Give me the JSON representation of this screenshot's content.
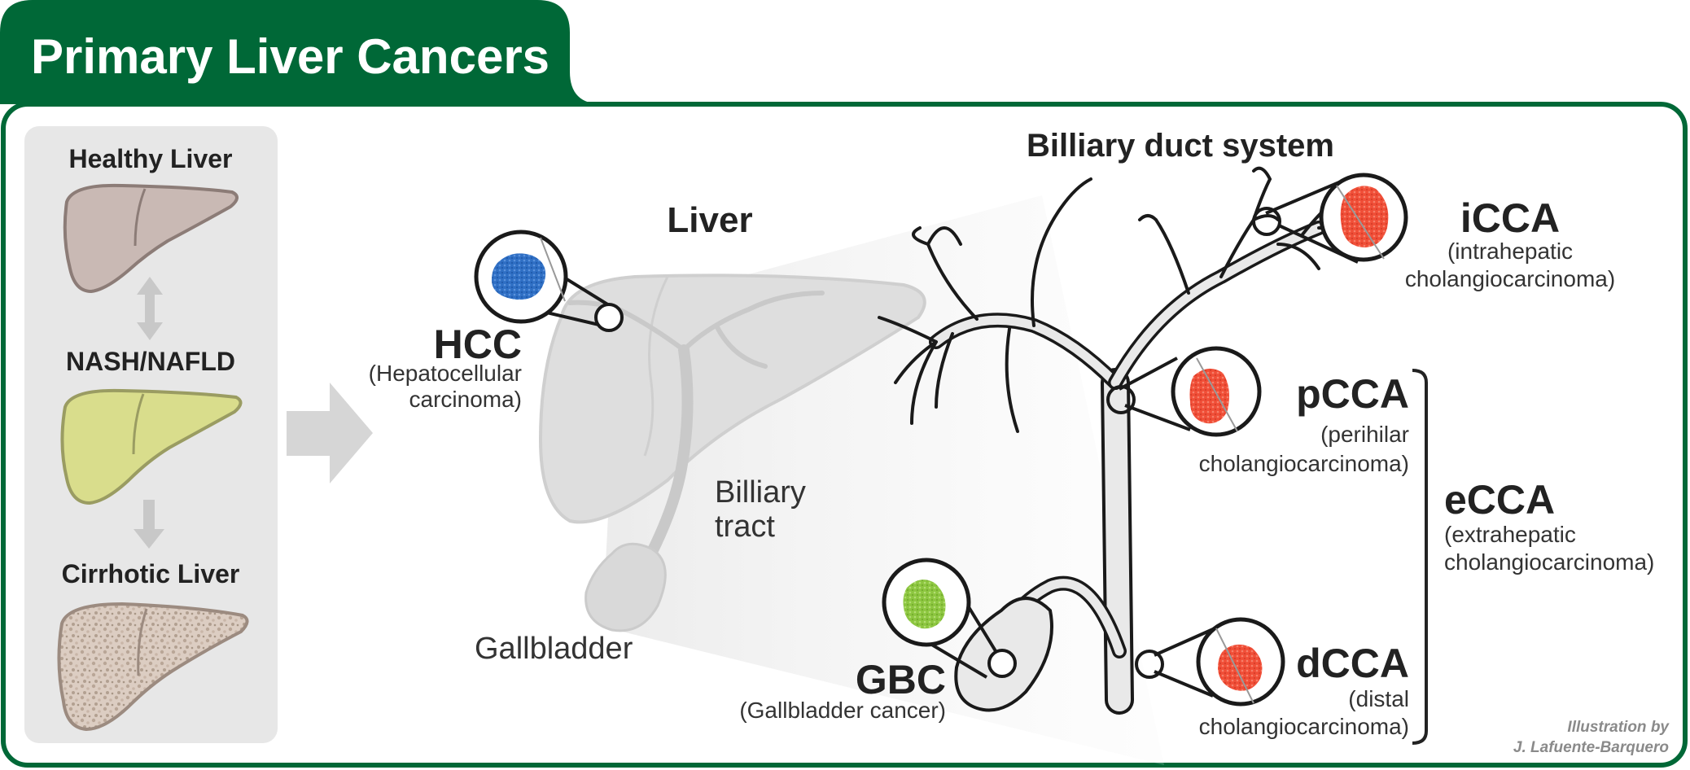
{
  "header": {
    "title": "Primary Liver Cancers"
  },
  "left_panel": {
    "stages": [
      {
        "label": "Healthy Liver"
      },
      {
        "label": "NASH/NAFLD"
      },
      {
        "label": "Cirrhotic Liver"
      }
    ]
  },
  "liver_view": {
    "title": "Liver",
    "tract_label_line1": "Billiary",
    "tract_label_line2": "tract",
    "gallbladder_label": "Gallbladder"
  },
  "duct_view": {
    "title": "Billiary duct system"
  },
  "cancers": {
    "hcc": {
      "abbr": "HCC",
      "line1": "(Hepatocellular",
      "line2": "carcinoma)"
    },
    "icca": {
      "abbr": "iCCA",
      "line1": "(intrahepatic",
      "line2": "cholangiocarcinoma)"
    },
    "pcca": {
      "abbr": "pCCA",
      "line1": "(perihilar",
      "line2": "cholangiocarcinoma)"
    },
    "ecca": {
      "abbr": "eCCA",
      "line1": "(extrahepatic",
      "line2": "cholangiocarcinoma)"
    },
    "dcca": {
      "abbr": "dCCA",
      "line1": "(distal",
      "line2": "cholangiocarcinoma)"
    },
    "gbc": {
      "abbr": "GBC",
      "line1": "(Gallbladder cancer)"
    }
  },
  "credit": {
    "line1": "Illustration by",
    "line2": "J. Lafuente-Barquero"
  },
  "colors": {
    "brand_green": "#006837",
    "hcc_blue": "#2f6fc4",
    "cca_red": "#f04e37",
    "gbc_green": "#8cc63f",
    "healthy_liver": "#c9b9b4",
    "nash_liver": "#d9dd8c",
    "cirrhotic_liver": "#d8c9bd"
  }
}
